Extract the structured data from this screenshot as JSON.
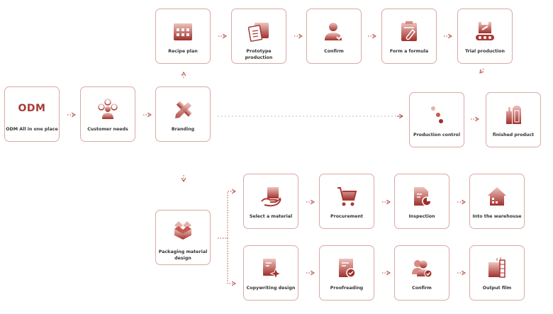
{
  "nodes": {
    "odm": {
      "logo": "ODM",
      "label": "ODM All in one place"
    },
    "customer_needs": {
      "label": "Customer needs"
    },
    "branding": {
      "label": "Branding"
    },
    "recipe_plan": {
      "label": "Recipe plan"
    },
    "prototype": {
      "label": "Prototype production"
    },
    "confirm1": {
      "label": "Confirm"
    },
    "formula": {
      "label": "Form a formula"
    },
    "trial": {
      "label": "Trial production"
    },
    "production_control": {
      "label": "Production control"
    },
    "finished": {
      "label": "finished product"
    },
    "packaging": {
      "label": "Packaging material design"
    },
    "select_material": {
      "label": "Select a material"
    },
    "procurement": {
      "label": "Procurement"
    },
    "inspection": {
      "label": "Inspection"
    },
    "warehouse": {
      "label": "Into the warehouse"
    },
    "copywriting": {
      "label": "Copywriting design"
    },
    "proofreading": {
      "label": "Proofreading"
    },
    "confirm2": {
      "label": "Confirm"
    },
    "output_film": {
      "label": "Output film"
    }
  },
  "colors": {
    "accent": "#a83a36",
    "border": "#d9a9a4"
  }
}
